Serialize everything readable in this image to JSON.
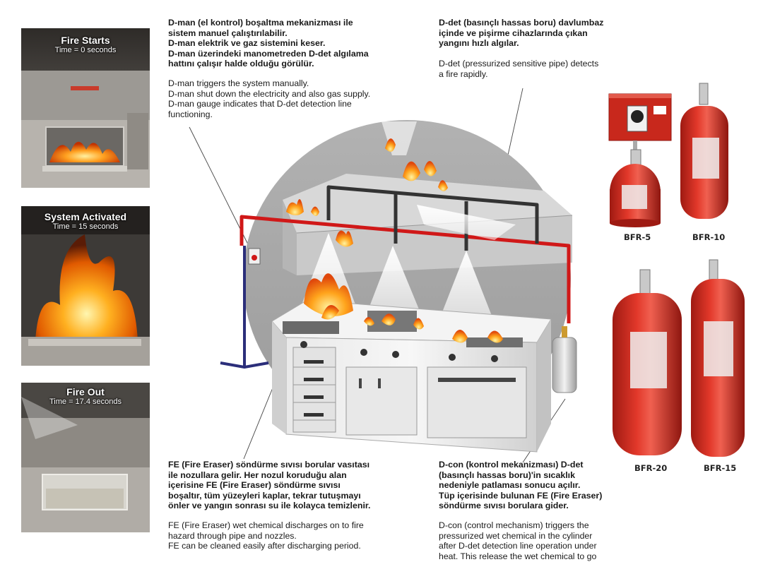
{
  "photos": [
    {
      "title": "Fire Starts",
      "time": "Time = 0 seconds"
    },
    {
      "title": "System Activated",
      "time": "Time = 15 seconds"
    },
    {
      "title": "Fire Out",
      "time": "Time = 17.4 seconds"
    }
  ],
  "dman": {
    "tr": [
      "D-man (el kontrol) boşaltma mekanizması ile",
      "sistem manuel çalıştırılabilir.",
      "D-man elektrik ve gaz sistemini keser.",
      "D-man üzerindeki manometreden D-det algılama",
      "hattını çalışır halde olduğu görülür."
    ],
    "en": [
      "D-man triggers the system manually.",
      "D-man shut down the electricity and also gas supply.",
      "D-man gauge indicates that D-det detection line",
      "functioning."
    ]
  },
  "ddet": {
    "tr": [
      "D-det (basınçlı hassas boru) davlumbaz",
      "içinde ve pişirme cihazlarında çıkan",
      "yangını hızlı algılar."
    ],
    "en": [
      "D-det (pressurized sensitive pipe) detects",
      "a fire rapidly."
    ]
  },
  "fe": {
    "tr": [
      "FE (Fire Eraser) söndürme sıvısı borular vasıtası",
      "ile nozullara gelir. Her nozul koruduğu alan",
      "içerisine FE (Fire Eraser) söndürme sıvısı",
      "boşaltır, tüm yüzeyleri kaplar, tekrar tutuşmayı",
      "önler ve yangın sonrası su ile kolayca temizlenir."
    ],
    "en": [
      "FE (Fire Eraser) wet chemical discharges on to fire",
      "hazard through pipe and nozzles.",
      "FE can be cleaned easily after discharging period."
    ]
  },
  "dcon": {
    "tr": [
      "D-con (kontrol mekanizması) D-det",
      "(basınçlı hassas boru)'in sıcaklık",
      "nedeniyle patlaması sonucu açılır.",
      "Tüp içerisinde bulunan FE (Fire Eraser)",
      "söndürme sıvısı borulara gider."
    ],
    "en": [
      "D-con (control mechanism) triggers the",
      "pressurized wet chemical in the cylinder",
      "after D-det detection line operation under",
      "heat. This release the wet chemical to go"
    ]
  },
  "products": [
    "BFR-5",
    "BFR-10",
    "BFR-20",
    "BFR-15"
  ],
  "colors": {
    "cylinder_red": "#d42a1e",
    "pipe_red": "#d01818",
    "pipe_blue": "#2b2e7a",
    "circle_gray": "#a8a8a8"
  }
}
